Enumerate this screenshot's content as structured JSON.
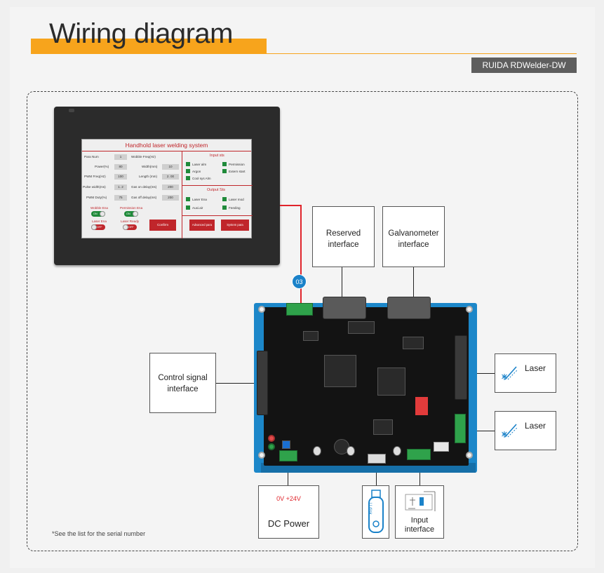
{
  "header": {
    "title": "Wiring diagram",
    "model_tag": "RUIDA RDWelder-DW"
  },
  "hmi": {
    "screen_title": "Handhold laser welding system",
    "params": [
      {
        "label": "Para Num",
        "value": "1"
      },
      {
        "label": "Power(%)",
        "value": "80"
      },
      {
        "label": "PWM Freq(Hz)",
        "value": "100"
      },
      {
        "label": "Pulse width(ms)",
        "value": "1. 2"
      },
      {
        "label": "PWM Duty(%)",
        "value": "75"
      }
    ],
    "params_right": [
      {
        "label": "Wobble Freq(Hz)",
        "value": ""
      },
      {
        "label": "Width(mm)",
        "value": "10"
      },
      {
        "label": "Length (mm)",
        "value": "2. 00"
      },
      {
        "label": "Gas on delay(ms)",
        "value": "200"
      },
      {
        "label": "Gas off delay(ms)",
        "value": "200"
      }
    ],
    "wobble_ena": "Wobble Ena",
    "permission_ena": "Permission Ena",
    "laser_ena": "Laser Ena",
    "laser_ready": "Laser Ready",
    "toggle_on": "ON",
    "toggle_off": "OFF",
    "confirm": "Confirm",
    "input_sts_title": "Input sts",
    "input_sts": [
      "Laser alm",
      "Permission",
      "Argon",
      "Extern start",
      "Cool sys Alm"
    ],
    "output_sts_title": "Output Sts",
    "output_sts": [
      "Laser Ena",
      "Laser mod",
      "Auxi.air",
      "Feeding"
    ],
    "advanced_para": "Advanced para",
    "system_para": "System para"
  },
  "badge": "03",
  "boxes": {
    "reserved": [
      "Reserved",
      "interface"
    ],
    "galvanometer": [
      "Galvanometer",
      "interface"
    ],
    "control_signal": [
      "Control signal",
      "interface"
    ],
    "laser_1": "Laser",
    "laser_2": "Laser",
    "dc_voltage": "0V  +24V",
    "dc_power": "DC Power",
    "usb_label": "U disk",
    "input": [
      "Input",
      "interface"
    ]
  },
  "footnote": "*See the list for the serial number",
  "colors": {
    "accent": "#f7a41c",
    "wire": "#e0242b",
    "badge": "#1a82c9",
    "board_base": "#1c87c9"
  }
}
